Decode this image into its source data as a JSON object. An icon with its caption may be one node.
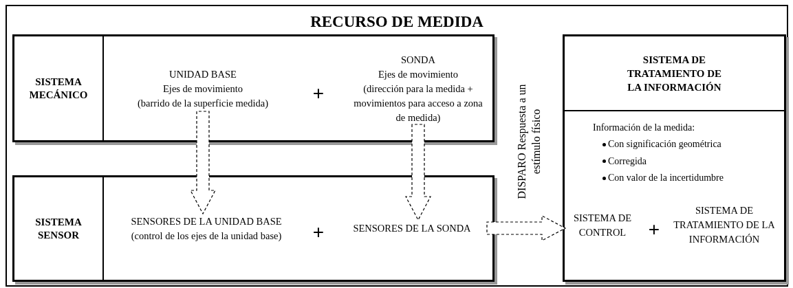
{
  "diagram": {
    "nodes": [
      {
        "text": [
          "RECURSO DE MEDIDA"
        ]
      },
      {
        "text": [
          "SISTEMA MECÁNICO"
        ],
        "in": 0
      },
      {
        "text": [
          "UNIDAD BASE",
          "Ejes de movimiento",
          "(barrido de la superficie medida)"
        ],
        "in": 1
      },
      {
        "text": [
          "SONDA",
          "Ejes de movimiento",
          "(dirección para la medida + movimientos para acceso a zona de medida)"
        ],
        "in": 1
      },
      {
        "text": [
          "SISTEMA SENSOR"
        ],
        "in": 0
      },
      {
        "text": [
          "SENSORES DE LA UNIDAD BASE",
          "(control de los ejes de la unidad base)"
        ],
        "in": 4
      },
      {
        "text": [
          "SENSORES DE LA SONDA"
        ],
        "in": 4
      },
      {
        "text": [
          "SISTEMA DE TRATAMIENTO DE LA INFORMACIÓN",
          "Información de la medida:",
          "Con significación geométrica",
          "Corregida",
          "Con valor de la incertidumbre"
        ],
        "in": 0
      },
      {
        "text": [
          "SISTEMA DE CONTROL"
        ],
        "in": 7
      },
      {
        "text": [
          "SISTEMA DE TRATAMIENTO DE LA INFORMACIÓN"
        ],
        "in": 7
      }
    ],
    "edges": [
      {
        "from": 2,
        "to": 5,
        "arrow": "to",
        "style": "dashed"
      },
      {
        "from": 3,
        "to": 6,
        "arrow": "to",
        "style": "dashed"
      },
      {
        "from": 6,
        "to": 8,
        "arrow": "to",
        "style": "dashed",
        "label": "DISPARO Respuesta a un estímulo físico"
      }
    ],
    "labels": [
      "+",
      "+",
      "+"
    ]
  }
}
